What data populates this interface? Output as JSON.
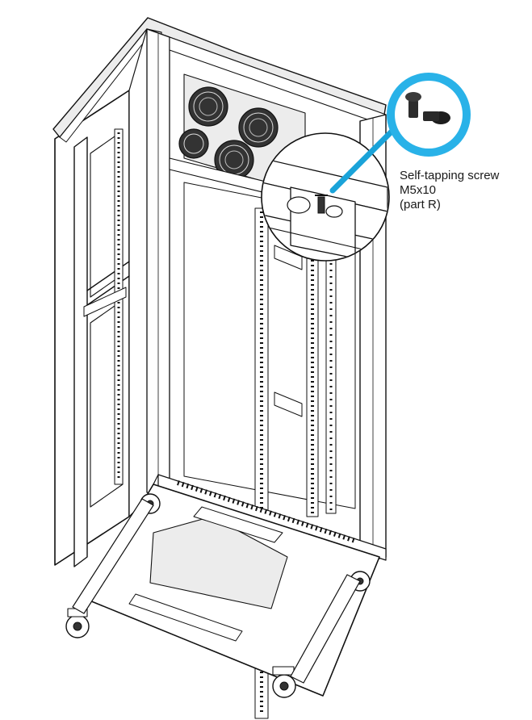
{
  "callout": {
    "line1": "Self-tapping screw",
    "line2": "M5x10",
    "line3": "(part R)"
  },
  "colors": {
    "leader": "#1aa3d9",
    "lineart": "#111111",
    "background": "#ffffff"
  },
  "icons": {
    "screw": "screw-icon",
    "fan": "fan-icon",
    "caster": "caster-wheel-icon"
  }
}
